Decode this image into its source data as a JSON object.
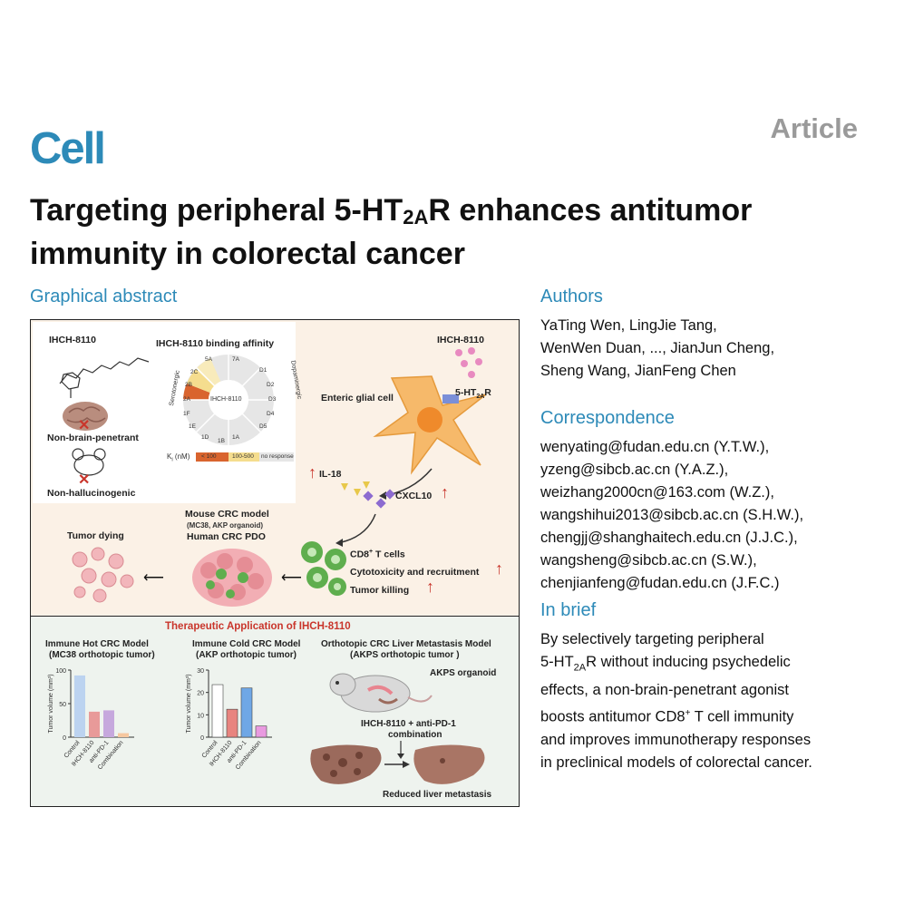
{
  "header": {
    "journal": "Cell",
    "article_type": "Article"
  },
  "title": {
    "line1_a": "Targeting peripheral 5-HT",
    "line1_sub": "2A",
    "line1_b": "R enhances antitumor",
    "line2": "immunity in colorectal cancer"
  },
  "sections": {
    "graphical_abstract": "Graphical abstract",
    "authors": "Authors",
    "correspondence": "Correspondence",
    "in_brief": "In brief"
  },
  "authors": [
    "YaTing Wen, LingJie Tang,",
    "WenWen Duan, ..., JianJun Cheng,",
    "Sheng Wang, JianFeng Chen"
  ],
  "correspondence": [
    "wenyating@fudan.edu.cn (Y.T.W.),",
    "yzeng@sibcb.ac.cn (Y.A.Z.),",
    "weizhang2000cn@163.com (W.Z.),",
    "wangshihui2013@sibcb.ac.cn (S.H.W.),",
    "chengjj@shanghaitech.edu.cn (J.J.C.),",
    "wangsheng@sibcb.ac.cn (S.W.),",
    "chenjianfeng@fudan.edu.cn (J.F.C.)"
  ],
  "in_brief": {
    "l1": "By selectively targeting peripheral",
    "l2_a": "5-HT",
    "l2_sub": "2A",
    "l2_b": "R without inducing psychedelic",
    "l3": "effects, a non-brain-penetrant agonist",
    "l4_a": "boosts antitumor CD8",
    "l4_sup": "+",
    "l4_b": " T cell immunity",
    "l5": "and improves immunotherapy responses",
    "l6": "in preclinical models of colorectal cancer."
  },
  "abstract": {
    "compound": "IHCH-8110",
    "binding_title": "IHCH-8110 binding affinity",
    "wheel_center": "IHCH-8110",
    "serotonergic": "Serotonergic",
    "dopaminergic": "Dopaminergic",
    "wheel_labels": [
      "5A",
      "7A",
      "D1",
      "D2",
      "D3",
      "D4",
      "D5",
      "1A",
      "1B",
      "1D",
      "1E",
      "1F",
      "2A",
      "2B",
      "2C"
    ],
    "ki_label": "K",
    "ki_sub": "i",
    "ki_unit": " (nM)",
    "legend_lt100": "< 100",
    "legend_100_500": "100-500",
    "legend_nr": "no response",
    "non_brain": "Non-brain-penetrant",
    "non_halluc": "Non-hallucinogenic",
    "compound_top": "IHCH-8110",
    "enteric": "Enteric glial cell",
    "receptor_a": "5-HT",
    "receptor_sub": "2A",
    "receptor_b": "R",
    "il18": "IL-18",
    "cxcl10": "CXCL10",
    "mouse_model": "Mouse CRC model",
    "mouse_model_sub": "(MC38, AKP organoid)",
    "human_pdo": "Human CRC PDO",
    "tumor_dying": "Tumor dying",
    "cd8_a": "CD8",
    "cd8_sup": "+",
    "cd8_b": " T cells",
    "cytotox": "Cytotoxicity and recruitment",
    "tumor_killing": "Tumor killing",
    "therapeutic": "Therapeutic Application of IHCH-8110",
    "hot_title": "Immune Hot CRC Model",
    "hot_sub": "(MC38 orthotopic tumor)",
    "cold_title": "Immune Cold CRC Model",
    "cold_sub": "(AKP orthotopic tumor)",
    "liver_title": "Orthotopic CRC Liver Metastasis Model",
    "liver_sub": "(AKPS orthotopic tumor )",
    "akps": "AKPS organoid",
    "combo_1": "IHCH-8110 + anti-PD-1",
    "combo_2": "combination",
    "reduced": "Reduced liver metastasis"
  },
  "colors": {
    "brand": "#2d8ab8",
    "article": "#9a9a9a",
    "accent_red": "#c9352b",
    "bar_control": "#bcd3f0",
    "bar_ihch": "#e89a99",
    "bar_antipd1": "#c6a8dd",
    "bar_combo": "#f6c8a0"
  },
  "chart_data": [
    {
      "type": "bar",
      "title": "Immune Hot CRC Model",
      "ylabel": "Tumor volume (mm³)",
      "categories": [
        "Control",
        "IHCH-8110",
        "anti-PD-1",
        "Combination"
      ],
      "values": [
        92,
        38,
        40,
        6
      ],
      "ylim": [
        0,
        100
      ],
      "yticks": [
        "0",
        "50",
        "100"
      ],
      "colors": [
        "#bcd3f0",
        "#e89a99",
        "#c6a8dd",
        "#f6c8a0"
      ]
    },
    {
      "type": "bar",
      "title": "Immune Cold CRC Model",
      "ylabel": "Tumor volume (mm³)",
      "categories": [
        "Control",
        "IHCH-8110",
        "anti-PD-1",
        "Combination"
      ],
      "values": [
        23.5,
        12.5,
        22,
        5
      ],
      "ylim": [
        0,
        30
      ],
      "yticks": [
        "0",
        "10",
        "20",
        "30"
      ],
      "colors": [
        "#ffffff",
        "#e8847f",
        "#6fa7e6",
        "#e99ae0"
      ]
    }
  ]
}
